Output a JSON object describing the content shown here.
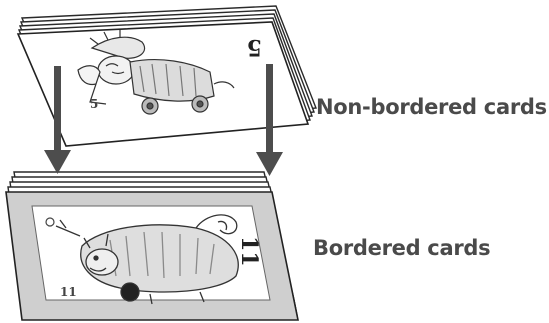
{
  "labels": {
    "top": "Non-bordered cards",
    "bottom": "Bordered cards"
  },
  "top_deck": {
    "corner_value": "5",
    "card_style": "non-bordered",
    "illustration": "cartoon-character-on-cart-icon"
  },
  "bottom_deck": {
    "corner_value": "11",
    "card_style": "bordered",
    "illustration": "cartoon-cat-icon"
  },
  "arrows": {
    "count": 2,
    "direction": "down",
    "color": "#4d4d4d"
  },
  "colors": {
    "card_fill": "#ffffff",
    "card_edge": "#2a2a2a",
    "label_text": "#4a4a4a",
    "border_band": "#cfcfcf"
  }
}
